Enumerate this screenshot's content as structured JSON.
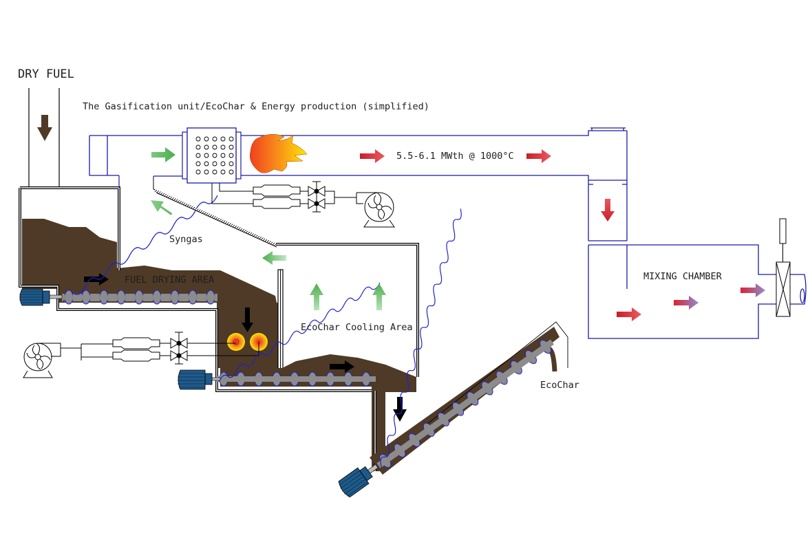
{
  "title": "The Gasification unit/EcoChar & Energy production (simplified)",
  "labels": {
    "dry_fuel": "DRY FUEL",
    "power_output": "5.5-6.1 MWth @ 1000°C",
    "syngas": "Syngas",
    "fuel_drying_area": "FUEL DRYING AREA",
    "ecochar_cooling_area": "EcoChar Cooling Area",
    "mixing_chamber": "MIXING CHAMBER",
    "ecochar": "EcoChar"
  },
  "colors": {
    "duct_line": "#1a1aa8",
    "fuel_brown": "#4e3a26",
    "motor_blue": "#1f5a8a",
    "screw_gray": "#8c8c8c",
    "gas_green": "#5cb85c",
    "hot_red": "#d9262e",
    "flame_orange": "#f26522",
    "flame_yellow": "#ffe000"
  }
}
